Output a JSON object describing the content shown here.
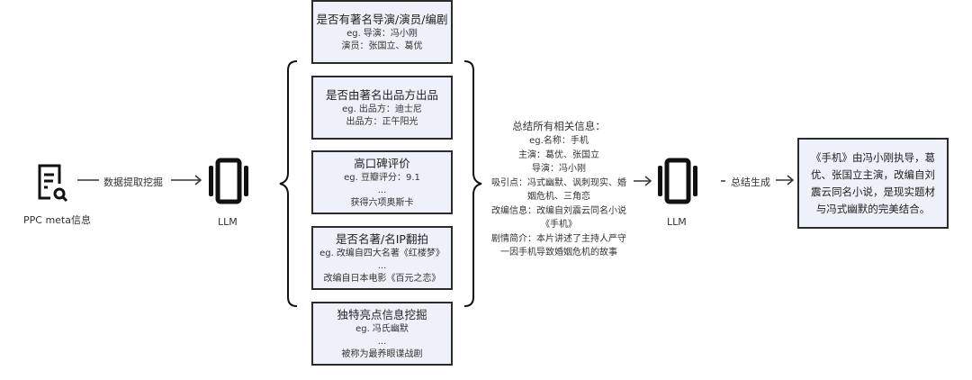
{
  "source": {
    "label": "PPC meta信息",
    "icon": "document-search-icon"
  },
  "extract_label": "数据提取挖掘",
  "llm1": {
    "label": "LLM"
  },
  "boxes": [
    {
      "title": "是否有著名导演/演员/编剧",
      "lines": [
        "eg. 导演：冯小刚",
        "演员：张国立、葛优"
      ]
    },
    {
      "title": "是否由著名出品方出品",
      "lines": [
        "eg. 出品方：迪士尼",
        "出品方：正午阳光"
      ]
    },
    {
      "title": "高口碑评价",
      "lines": [
        "eg. 豆瓣评分：9.1",
        "...",
        "获得六项奥斯卡"
      ]
    },
    {
      "title": "是否名著/名IP翻拍",
      "lines": [
        "eg. 改编自四大名著《红楼梦》",
        "...",
        "改编自日本电影《百元之恋》"
      ]
    },
    {
      "title": "独特亮点信息挖掘",
      "lines": [
        "eg. 冯氏幽默",
        "...",
        "被称为最养眼谍战剧"
      ]
    }
  ],
  "summary": {
    "title": "总结所有相关信息：",
    "lines": [
      "eg.名称：手机",
      "主演：葛优、张国立",
      "导演：冯小刚",
      "吸引点：冯式幽默、讽刺现实、婚",
      "姻危机、三角恋",
      "改编信息：改编自刘震云同名小说",
      "《手机》",
      "剧情简介：本片讲述了主持人严守",
      "一因手机导致婚姻危机的故事"
    ]
  },
  "llm2": {
    "label": "LLM"
  },
  "generate_label": "总结生成",
  "output": "《手机》由冯小刚执导，葛优、张国立主演，改编自刘震云同名小说，是现实题材与冯式幽默的完美结合。"
}
